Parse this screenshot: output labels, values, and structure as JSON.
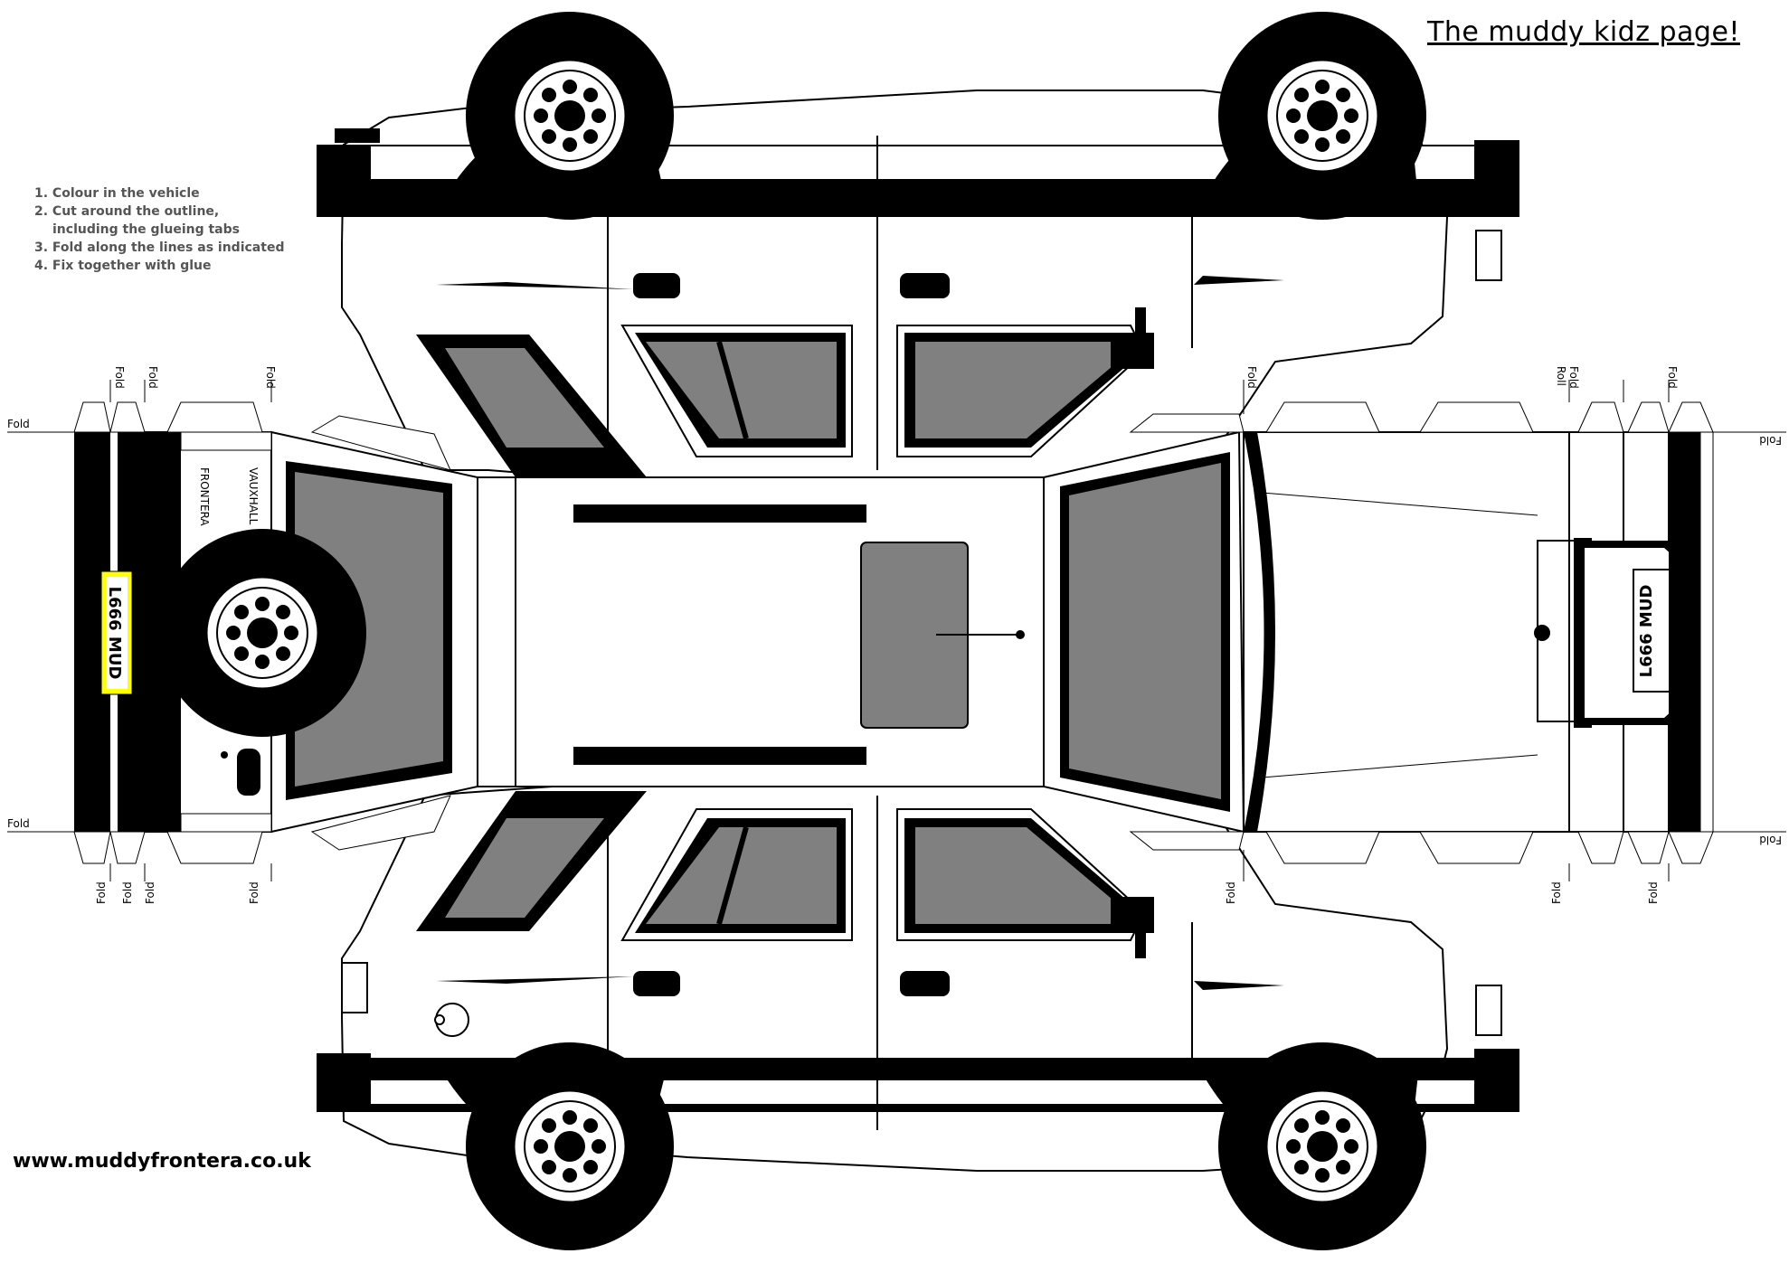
{
  "title": "The muddy kidz page!",
  "website": "www.muddyfrontera.co.uk",
  "instructions": [
    "1. Colour in the vehicle",
    "2. Cut around the outline,",
    "including the glueing tabs",
    "3. Fold along the lines as indicated",
    "4. Fix together with glue"
  ],
  "fold_label": "Fold",
  "roll_label": "Roll",
  "number_plate": "L666 MUD",
  "rear_badge": {
    "make": "VAUXHALL",
    "model": "FRONTERA"
  }
}
